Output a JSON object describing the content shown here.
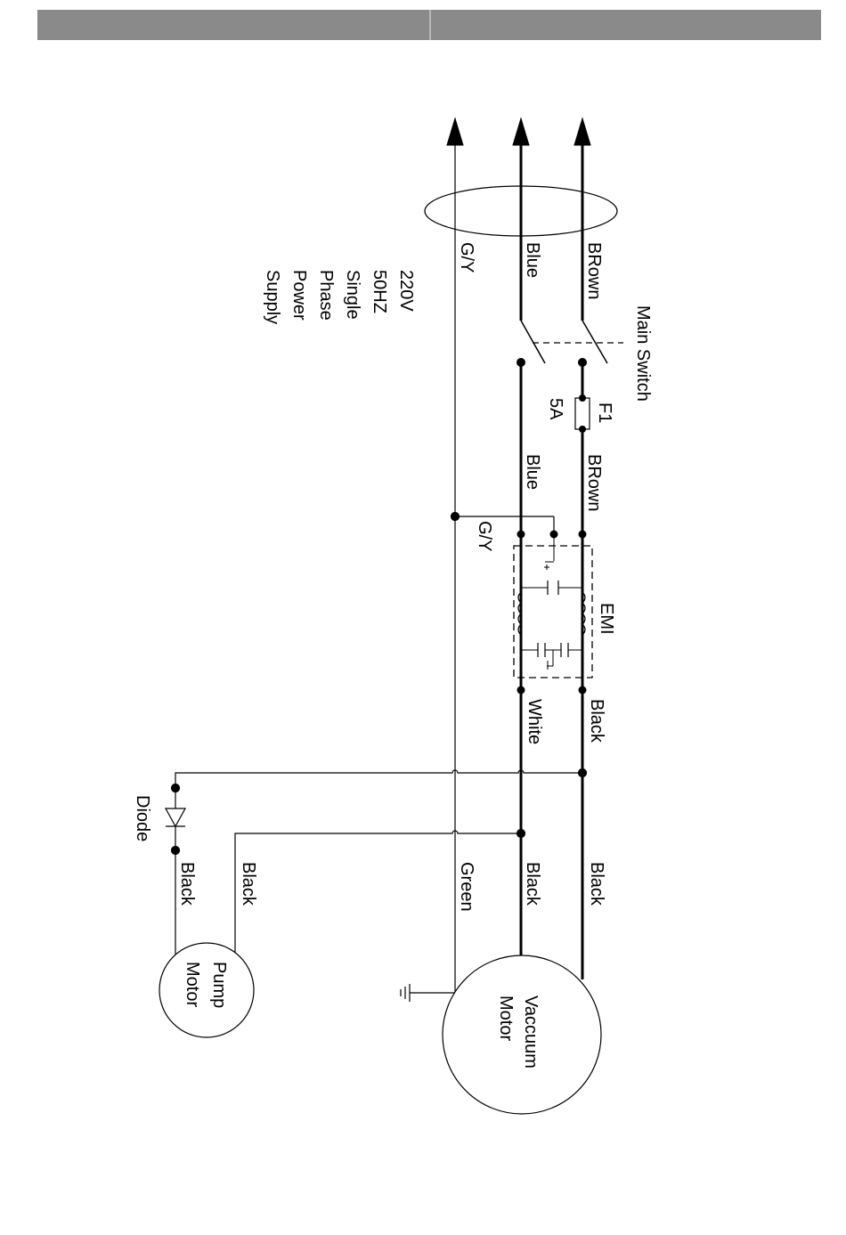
{
  "labels": {
    "supply": [
      "220V",
      "50HZ",
      "Single",
      "Phase",
      "Power",
      "Supply"
    ],
    "wire_gy_top": "G/Y",
    "wire_blue_top": "Blue",
    "wire_brown_top": "BRown",
    "main_switch": "Main Switch",
    "fuse_name": "F1",
    "fuse_rating": "5A",
    "wire_blue_mid": "Blue",
    "wire_brown_mid": "BRown",
    "wire_gy_mid": "G/Y",
    "emi": "EMI",
    "wire_white": "White",
    "wire_black_emi": "Black",
    "diode": "Diode",
    "wire_black_diode": "Black",
    "wire_black_pump": "Black",
    "wire_green": "Green",
    "wire_black_vac1": "Black",
    "wire_black_vac2": "Black",
    "pump_motor": [
      "Pump",
      "Motor"
    ],
    "vacuum_motor": [
      "Vaccuum",
      "Motor"
    ]
  }
}
